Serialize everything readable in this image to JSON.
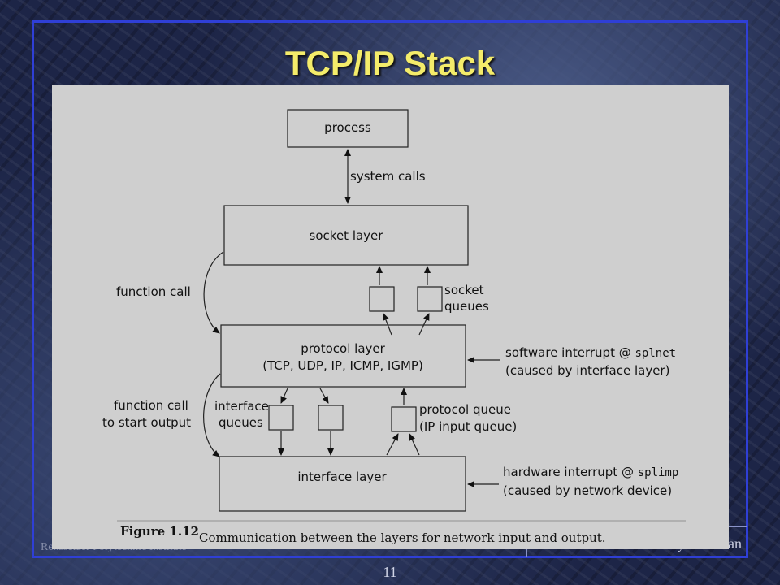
{
  "slide": {
    "title": "TCP/IP Stack",
    "page_number": "11",
    "footer_left": "Rensselaer Polytechnic Institute",
    "footer_right": "Shivkumar Kalyanaraman"
  },
  "figure": {
    "boxes": {
      "process": "process",
      "socket_layer": "socket layer",
      "protocol_layer_line1": "protocol layer",
      "protocol_layer_line2": "(TCP, UDP, IP, ICMP, IGMP)",
      "interface_layer": "interface layer"
    },
    "labels": {
      "system_calls": "system calls",
      "function_call": "function call",
      "function_call_output_1": "function call",
      "function_call_output_2": "to start output",
      "socket_queues_1": "socket",
      "socket_queues_2": "queues",
      "interface_queues_1": "interface",
      "interface_queues_2": "queues",
      "protocol_queue_1": "protocol queue",
      "protocol_queue_2": "(IP input queue)",
      "sw_interrupt_1a": "software interrupt @ ",
      "sw_interrupt_1b": "splnet",
      "sw_interrupt_2": "(caused by interface layer)",
      "hw_interrupt_1a": "hardware interrupt @ ",
      "hw_interrupt_1b": "splimp",
      "hw_interrupt_2": "(caused by network device)"
    },
    "caption_number": "Figure 1.12",
    "caption_text": "Communication between the layers for network input and output."
  }
}
